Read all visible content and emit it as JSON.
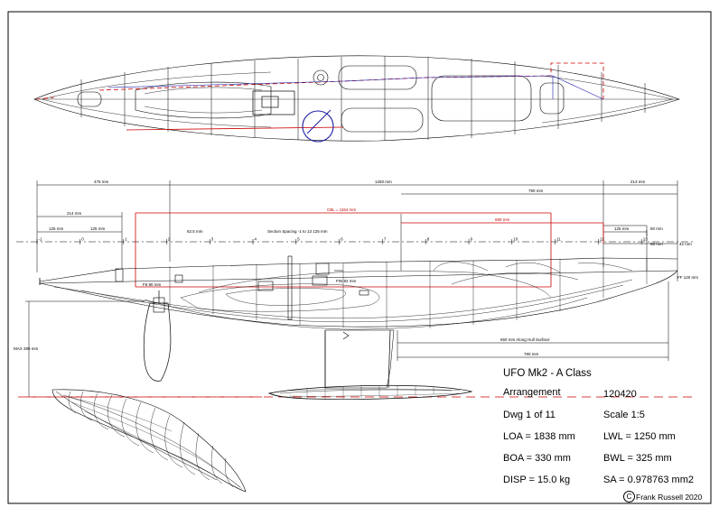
{
  "title_block": {
    "title": "UFO Mk2 - A Class",
    "sheet_name": "Arrangement",
    "drawing_number": "120420",
    "sheet": "Dwg 1 of 11",
    "scale": "Scale 1:5",
    "loa": "LOA = 1838 mm",
    "lwl": "LWL = 1250 mm",
    "boa": "BOA = 330 mm",
    "bwl": "BWL = 325 mm",
    "disp": "DISP = 15.0 kg",
    "sa": "SA = 0.978763 mm2",
    "copyright_symbol": "C",
    "copyright": "Frank Russell  2020"
  },
  "dimensions": {
    "d475": "475 mm",
    "d1250": "1250 mm",
    "d213": "213 mm",
    "d790_top": "790 mm",
    "d214": "214 mm",
    "cbl": "CBL = 1154 mm",
    "d680": "680 mm",
    "d125_a": "125 mm",
    "d125_b": "125 mm",
    "d625": "62.5 mm",
    "section_spacing": "Section Spacing -1 to 13 125 mm",
    "d125_c": "125 mm",
    "d50": "50 mm",
    "d65": "65 mm",
    "d42": "42 mm",
    "f6": "F6 80 mm",
    "fin": "FIN 92 mm",
    "ff": "FF 120 mm",
    "max": "MAX 289 mm",
    "hull_surface": "660 mm Along Hull Surface",
    "d790_bottom": "790 mm"
  },
  "station_numbers": [
    "-1",
    "0",
    "1",
    "2",
    "3",
    "4",
    "5",
    "6",
    "7",
    "8",
    "9",
    "10",
    "11",
    "12",
    "13"
  ],
  "colors": {
    "ink": "#000000",
    "red": "#cc0000",
    "blue": "#1a1aa6"
  }
}
